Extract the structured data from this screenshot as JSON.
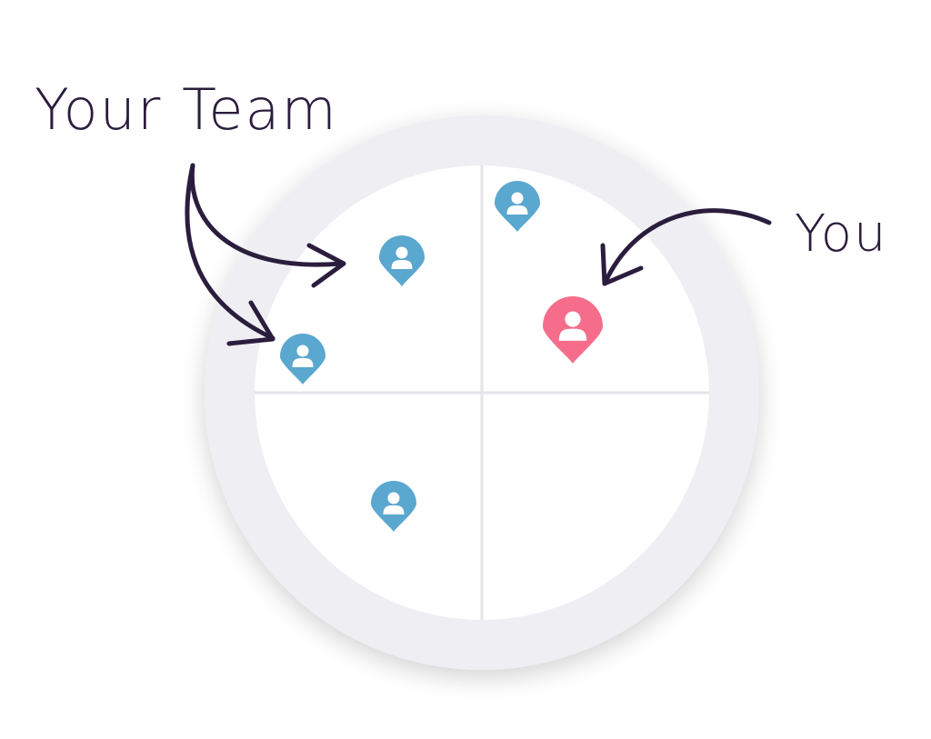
{
  "labels": {
    "team": "Your Team",
    "you": "You"
  },
  "colors": {
    "ring": "#eeeef3",
    "disc": "#ffffff",
    "divider": "#e4e4ea",
    "team_pin": "#5aa7cf",
    "you_pin": "#f56d8a",
    "ink": "#2b1d3d"
  },
  "pins": [
    {
      "role": "team",
      "icon": "user-icon"
    },
    {
      "role": "team",
      "icon": "user-icon"
    },
    {
      "role": "team",
      "icon": "user-icon"
    },
    {
      "role": "team",
      "icon": "user-icon"
    },
    {
      "role": "you",
      "icon": "user-icon"
    }
  ]
}
